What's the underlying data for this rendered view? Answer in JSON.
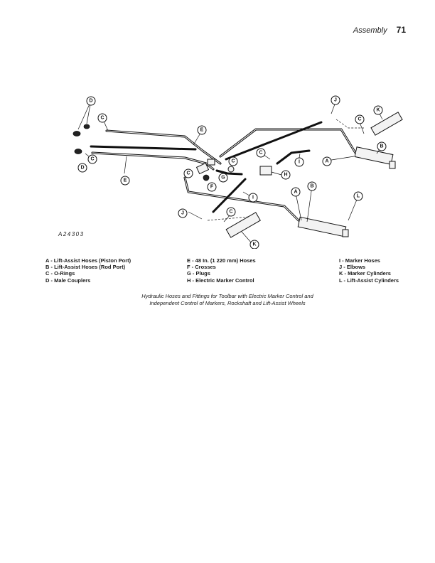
{
  "header": {
    "section": "Assembly",
    "page_number": "71"
  },
  "figure": {
    "code": "A24303",
    "callouts": [
      "A",
      "B",
      "C",
      "D",
      "E",
      "F",
      "G",
      "H",
      "I",
      "J",
      "K",
      "L"
    ]
  },
  "legend": {
    "col1": [
      "A - Lift-Assist Hoses (Piston Port)",
      "B - Lift-Assist Hoses (Rod Port)",
      "C - O-Rings",
      "D - Male Couplers"
    ],
    "col2": [
      "E - 48 In. (1 220 mm) Hoses",
      "F - Crosses",
      "G - Plugs",
      "H - Electric Marker Control"
    ],
    "col3": [
      "I - Marker Hoses",
      "J - Elbows",
      "K - Marker Cylinders",
      "L - Lift-Assist Cylinders"
    ]
  },
  "caption": {
    "line1": "Hydraulic Hoses and Fittings for Toolbar with Electric Marker Control and",
    "line2": "Independent Control of Markers, Rockshaft and Lift-Assist Wheels"
  }
}
